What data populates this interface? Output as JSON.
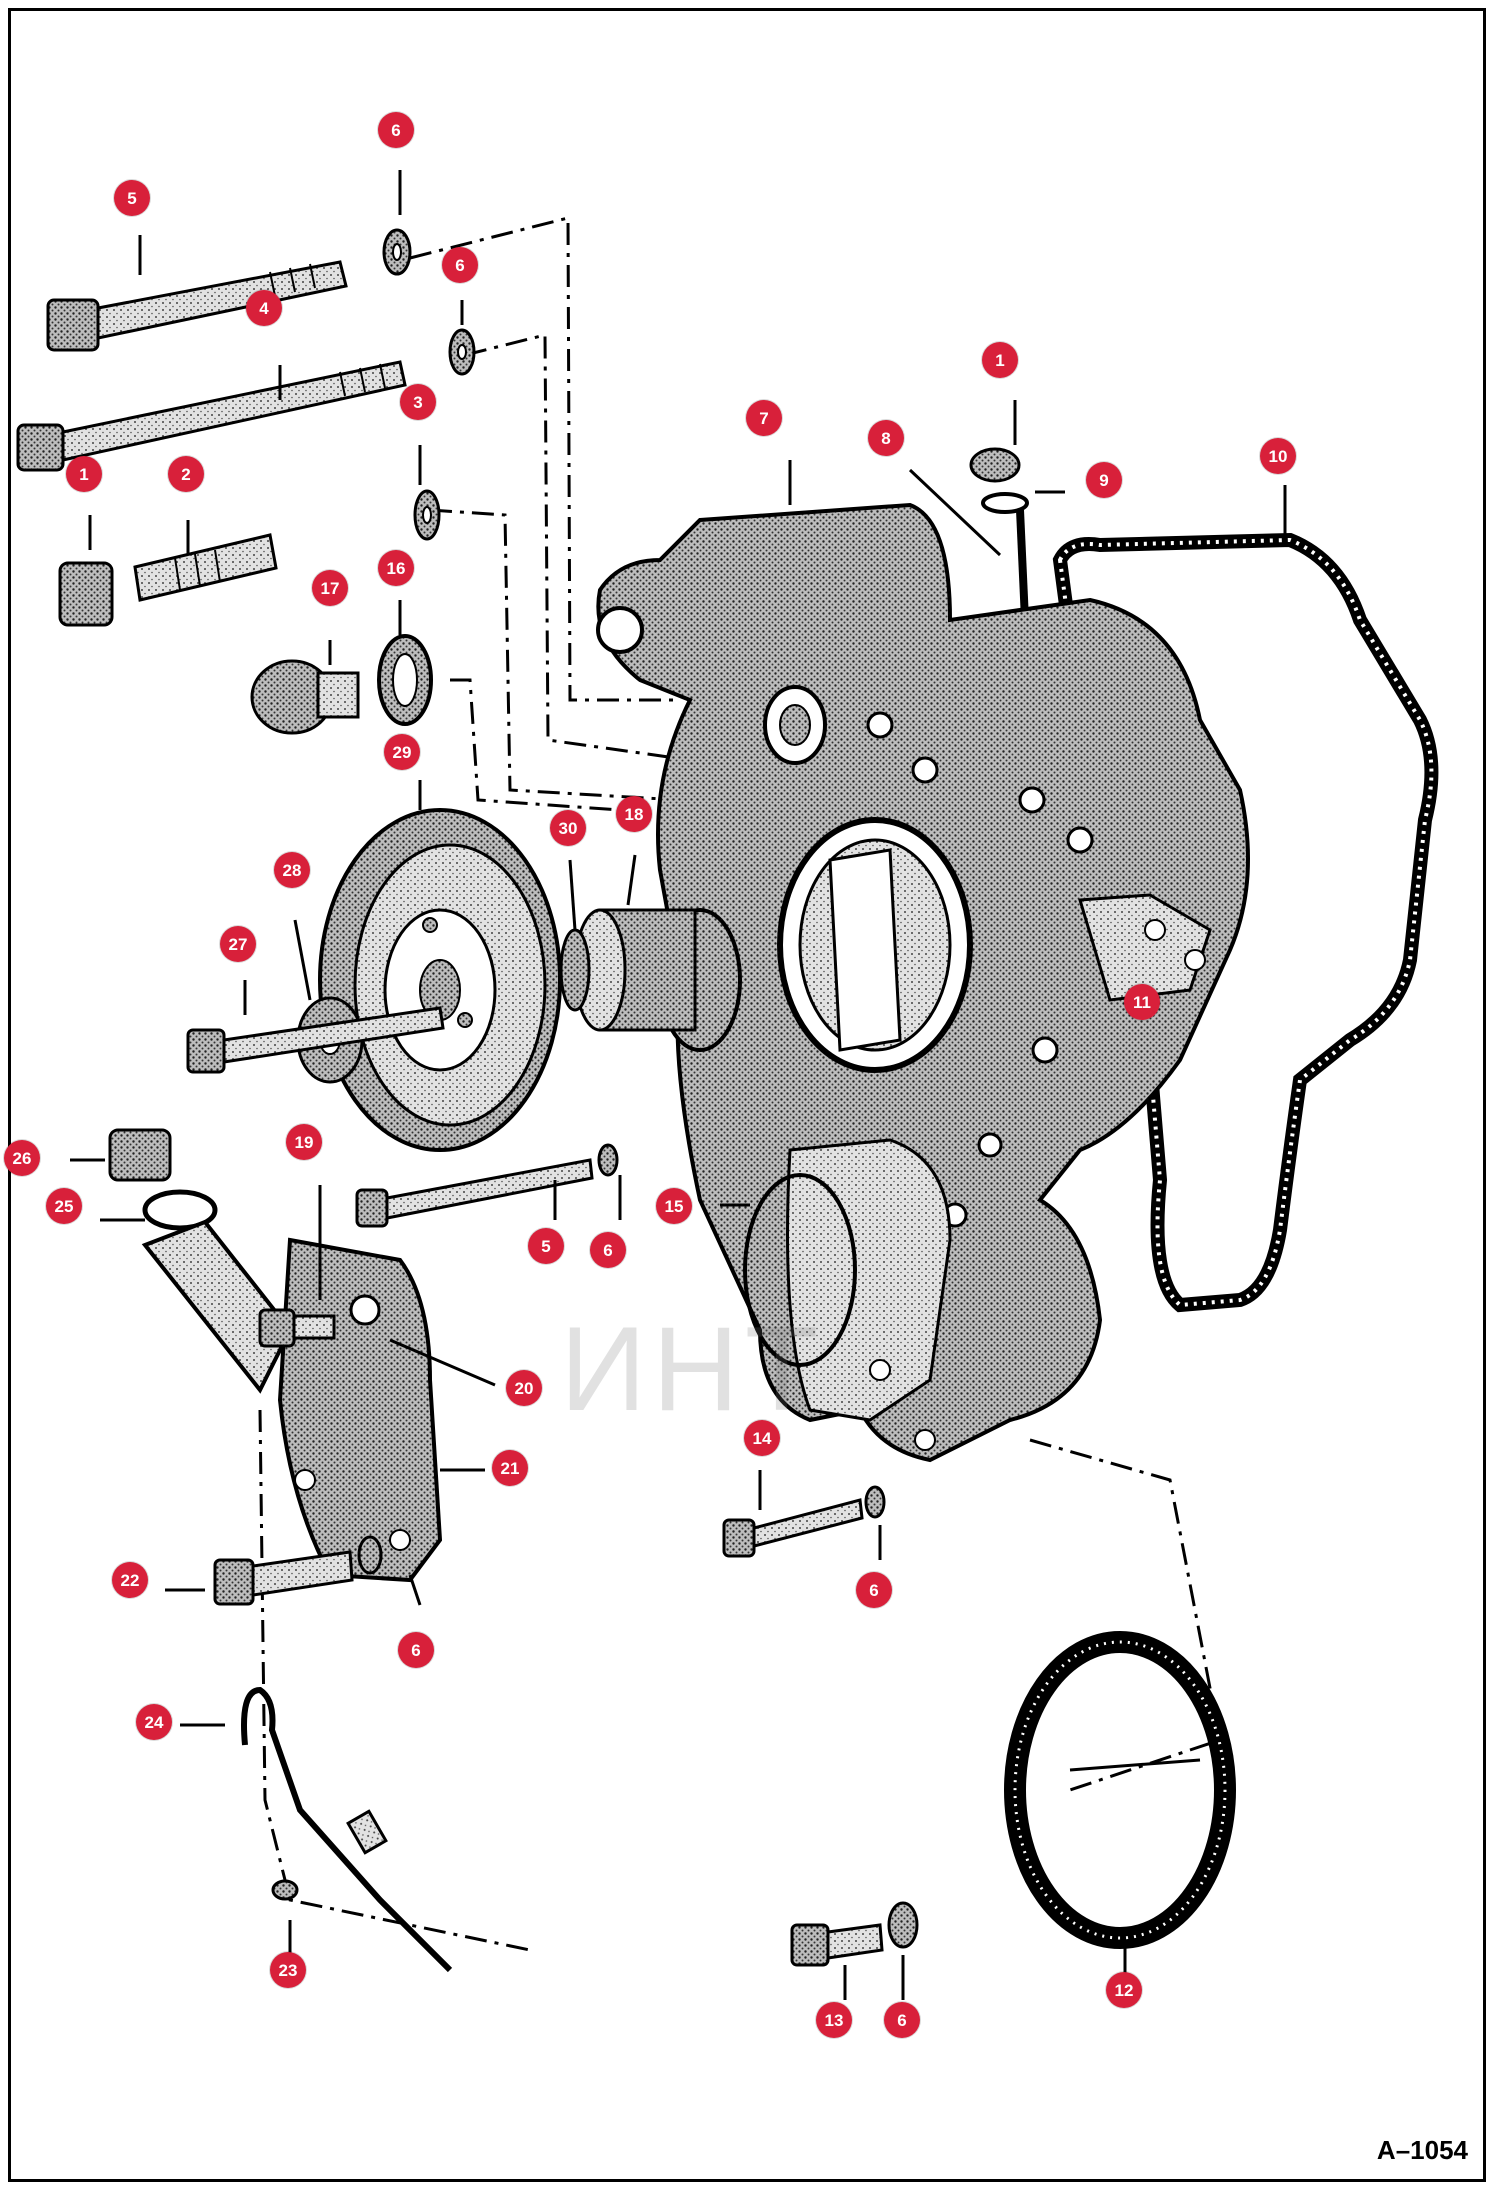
{
  "drawing_code": "A–1054",
  "watermark": "ИНТ",
  "colors": {
    "callout": "#d8203a",
    "ink": "#000000",
    "paper": "#ffffff"
  },
  "callouts": [
    {
      "id": "c1a",
      "label": "1"
    },
    {
      "id": "c1b",
      "label": "1"
    },
    {
      "id": "c2",
      "label": "2"
    },
    {
      "id": "c3",
      "label": "3"
    },
    {
      "id": "c4",
      "label": "4"
    },
    {
      "id": "c5a",
      "label": "5"
    },
    {
      "id": "c5b",
      "label": "5"
    },
    {
      "id": "c6a",
      "label": "6"
    },
    {
      "id": "c6b",
      "label": "6"
    },
    {
      "id": "c6c",
      "label": "6"
    },
    {
      "id": "c6d",
      "label": "6"
    },
    {
      "id": "c6e",
      "label": "6"
    },
    {
      "id": "c6f",
      "label": "6"
    },
    {
      "id": "c7",
      "label": "7"
    },
    {
      "id": "c8",
      "label": "8"
    },
    {
      "id": "c9",
      "label": "9"
    },
    {
      "id": "c10",
      "label": "10"
    },
    {
      "id": "c11",
      "label": "11"
    },
    {
      "id": "c12",
      "label": "12"
    },
    {
      "id": "c13",
      "label": "13"
    },
    {
      "id": "c14",
      "label": "14"
    },
    {
      "id": "c15",
      "label": "15"
    },
    {
      "id": "c16",
      "label": "16"
    },
    {
      "id": "c17",
      "label": "17"
    },
    {
      "id": "c18",
      "label": "18"
    },
    {
      "id": "c19",
      "label": "19"
    },
    {
      "id": "c20",
      "label": "20"
    },
    {
      "id": "c21",
      "label": "21"
    },
    {
      "id": "c22",
      "label": "22"
    },
    {
      "id": "c23",
      "label": "23"
    },
    {
      "id": "c24",
      "label": "24"
    },
    {
      "id": "c25",
      "label": "25"
    },
    {
      "id": "c26",
      "label": "26"
    },
    {
      "id": "c27",
      "label": "27"
    },
    {
      "id": "c28",
      "label": "28"
    },
    {
      "id": "c29",
      "label": "29"
    },
    {
      "id": "c30",
      "label": "30"
    }
  ]
}
